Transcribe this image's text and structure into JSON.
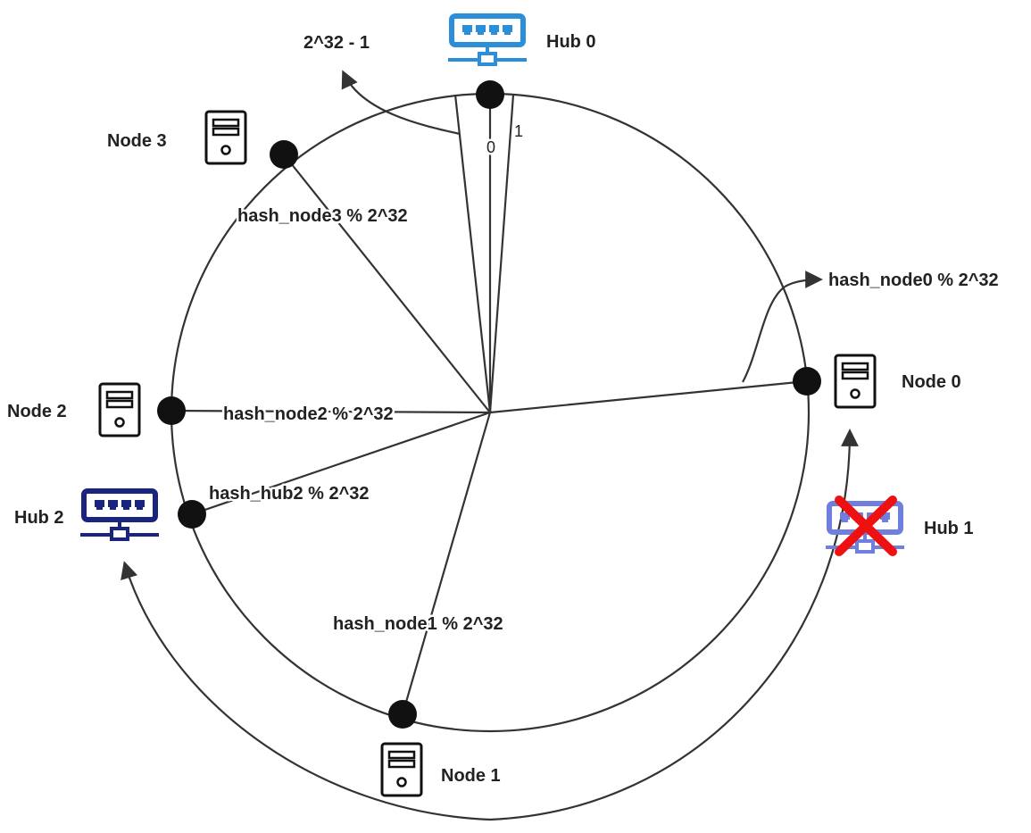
{
  "labels": {
    "max_value": "2^32 - 1",
    "zero": "0",
    "one": "1",
    "hash_node0": "hash_node0 % 2^32",
    "hash_node1": "hash_node1 % 2^32",
    "hash_node2": "hash_node2 % 2^32",
    "hash_node3": "hash_node3 % 2^32",
    "hash_hub2": "hash_hub2 % 2^32"
  },
  "hubs": {
    "hub0": {
      "label": "Hub 0",
      "icon": "network-switch-icon",
      "color": "#2a8fd8"
    },
    "hub1": {
      "label": "Hub 1",
      "icon": "network-switch-icon",
      "color": "#6f7fe0",
      "removed": true,
      "mark": "red-x-icon",
      "mark_color": "#ee1111"
    },
    "hub2": {
      "label": "Hub 2",
      "icon": "network-switch-icon",
      "color": "#1a237e"
    }
  },
  "nodes": {
    "node0": {
      "label": "Node 0",
      "icon": "server-tower-icon"
    },
    "node1": {
      "label": "Node 1",
      "icon": "server-tower-icon"
    },
    "node2": {
      "label": "Node 2",
      "icon": "server-tower-icon"
    },
    "node3": {
      "label": "Node 3",
      "icon": "server-tower-icon"
    }
  },
  "colors": {
    "stroke": "#333333",
    "dot": "#111111",
    "background": "#ffffff"
  }
}
